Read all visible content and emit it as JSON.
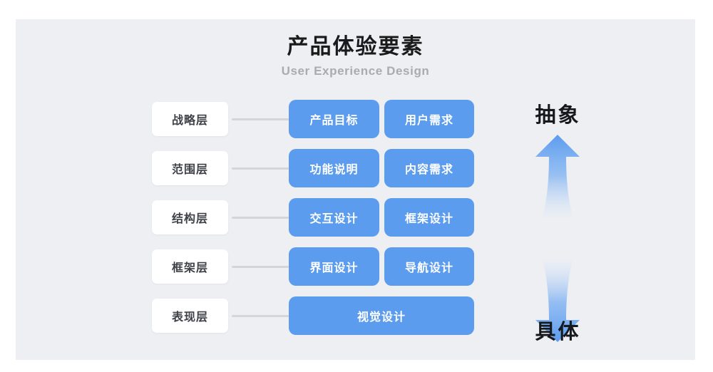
{
  "header": {
    "title": "产品体验要素",
    "subtitle": "User Experience Design"
  },
  "colors": {
    "card_blue": "#5C9CEF",
    "panel_bg": "#EDEFF3",
    "chip_bg": "#FFFFFF",
    "connector": "#D3D5DA",
    "title_text": "#1A1A1A",
    "subtitle_text": "#A9ABB1",
    "chip_text": "#3F4248",
    "card_text": "#FFFFFF",
    "axis_text": "#15181C"
  },
  "diagram": {
    "rows": [
      {
        "layer": "战略层",
        "cards": [
          {
            "label": "产品目标",
            "span": "half"
          },
          {
            "label": "用户需求",
            "span": "half"
          }
        ]
      },
      {
        "layer": "范围层",
        "cards": [
          {
            "label": "功能说明",
            "span": "half"
          },
          {
            "label": "内容需求",
            "span": "half"
          }
        ]
      },
      {
        "layer": "结构层",
        "cards": [
          {
            "label": "交互设计",
            "span": "half"
          },
          {
            "label": "框架设计",
            "span": "half"
          }
        ]
      },
      {
        "layer": "框架层",
        "cards": [
          {
            "label": "界面设计",
            "span": "half"
          },
          {
            "label": "导航设计",
            "span": "half"
          }
        ]
      },
      {
        "layer": "表现层",
        "cards": [
          {
            "label": "视觉设计",
            "span": "full"
          }
        ]
      }
    ]
  },
  "axis": {
    "top_label": "抽象",
    "bottom_label": "具体",
    "up_arrow_icon": "arrow-up-gradient-icon",
    "down_arrow_icon": "arrow-down-gradient-icon"
  }
}
